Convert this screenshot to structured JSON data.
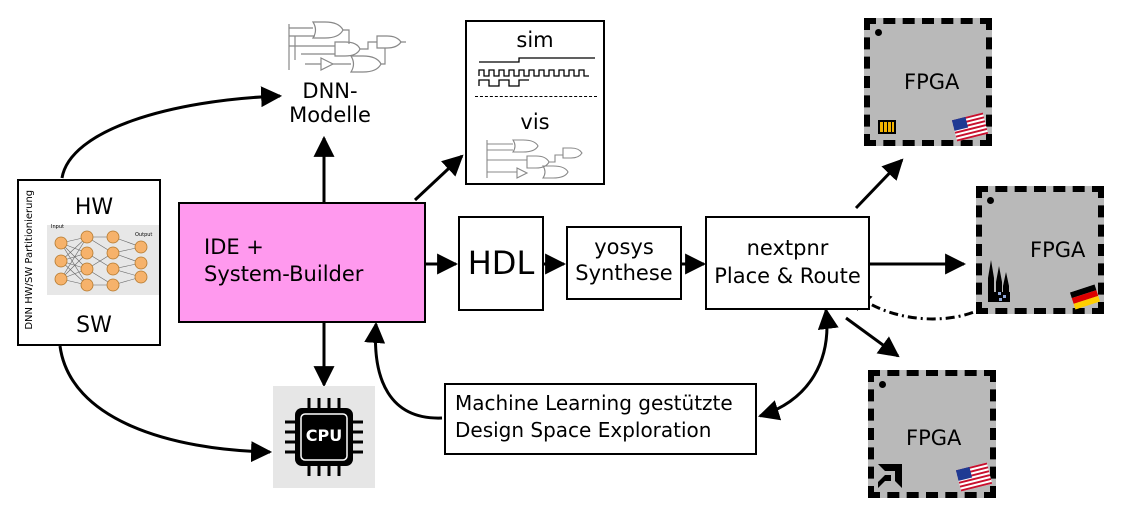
{
  "hw_sw": {
    "vertical_label": "DNN HW/SW Partitionierung",
    "hw_label": "HW",
    "sw_label": "SW",
    "nn_input_label": "Input",
    "nn_output_label": "Output"
  },
  "dnn_models": {
    "line1": "DNN-",
    "line2": "Modelle"
  },
  "sim_vis": {
    "sim_label": "sim",
    "vis_label": "vis"
  },
  "ide": {
    "line1": "IDE +",
    "line2": "System-Builder",
    "color": "#ff99ee"
  },
  "hdl": {
    "label": "HDL"
  },
  "yosys": {
    "line1": "yosys",
    "line2": "Synthese"
  },
  "nextpnr": {
    "line1": "nextpnr",
    "line2": "Place & Route"
  },
  "ml_dse": {
    "line1": "Machine Learning gestützte",
    "line2": "Design Space Exploration"
  },
  "cpu": {
    "label": "CPU"
  },
  "fpgas": [
    {
      "label": "FPGA",
      "vendor_icon": "lattice-logo-icon",
      "flag": "us-flag-icon"
    },
    {
      "label": "FPGA",
      "vendor_icon": "cologne-chip-logo-icon",
      "flag": "german-flag-icon"
    },
    {
      "label": "FPGA",
      "vendor_icon": "amd-logo-icon",
      "flag": "us-flag-icon"
    }
  ]
}
